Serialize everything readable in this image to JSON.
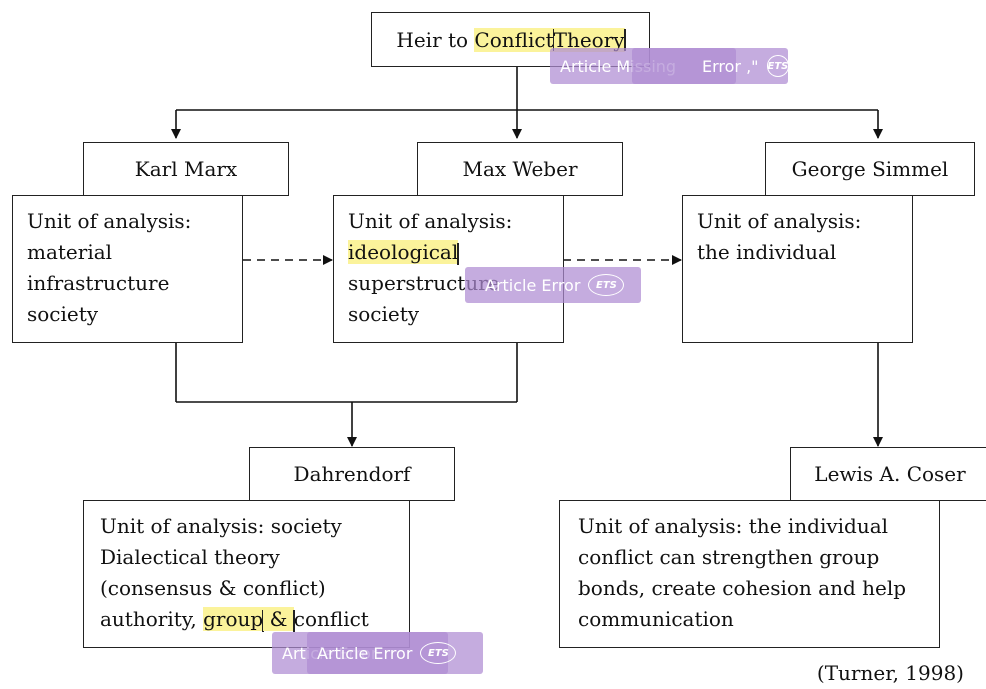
{
  "diagram": {
    "top": {
      "prefix": "Heir to ",
      "hl1": "Conflict",
      "hl2": "Theory"
    },
    "marx": {
      "name": "Karl Marx",
      "lines": [
        "Unit of analysis:",
        "material",
        "infrastructure",
        "society"
      ]
    },
    "weber": {
      "name": "Max Weber",
      "line1": "Unit of analysis:",
      "hl": "ideological",
      "line3": "superstructure",
      "line4": "society"
    },
    "simmel": {
      "name": "George Simmel",
      "lines": [
        "Unit of analysis:",
        "the individual"
      ]
    },
    "dahrendorf": {
      "name": "Dahrendorf",
      "lines": [
        "Unit of analysis: society",
        "Dialectical theory",
        "(consensus & conflict)"
      ],
      "auth_prefix": "authority, ",
      "auth_hl": "group",
      "auth_mid": " & ",
      "auth_rest": "conflict"
    },
    "coser": {
      "name": "Lewis A. Coser",
      "lines": [
        "Unit of analysis: the individual",
        "conflict can strengthen group",
        "bonds, create cohesion and help",
        "communication"
      ]
    },
    "citation": "(Turner, 1998)"
  },
  "annotations": {
    "tip_top_a": "Article Missing",
    "tip_top_b": "Error ,\"",
    "tip_weber": "Article Error",
    "tip_dahr_a": "Article Error",
    "tip_dahr_b": "Article Error",
    "badge": "ETS"
  }
}
